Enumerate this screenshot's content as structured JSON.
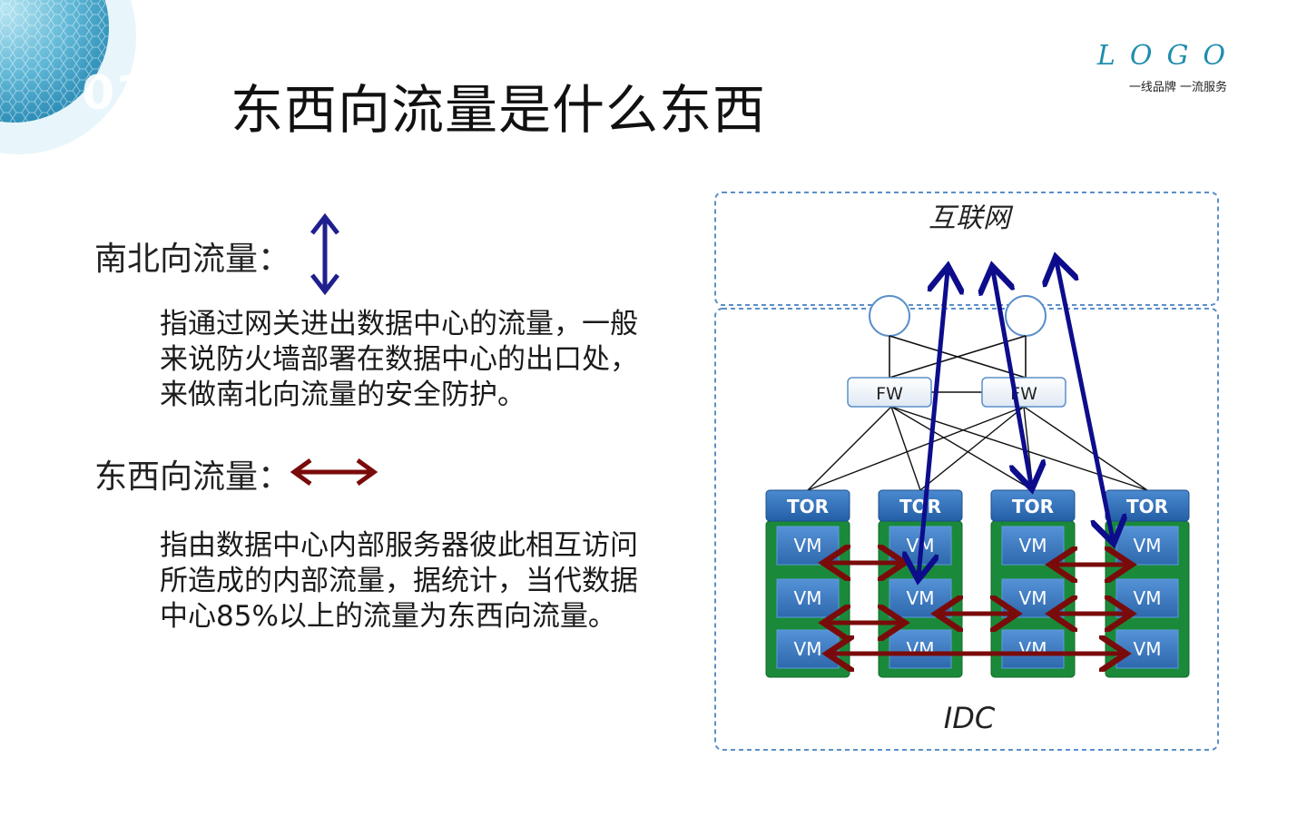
{
  "slide": {
    "title": "东西向流量是什么东西",
    "section_number": "01"
  },
  "logo": {
    "mark": "LOGO",
    "slogan": "一线品牌  一流服务"
  },
  "north_south": {
    "heading": "南北向流量：",
    "lines": [
      "指通过网关进出数据中心的流量，一般",
      "来说防火墙部署在数据中心的出口处，",
      "来做南北向流量的安全防护。"
    ],
    "arrow_color": "#1f1f8f"
  },
  "east_west": {
    "heading": "东西向流量：",
    "lines": [
      "指由数据中心内部服务器彼此相互访问",
      "所造成的内部流量，据统计，当代数据",
      "中心85%以上的流量为东西向流量。"
    ],
    "arrow_color": "#7a0b0b"
  },
  "diagram": {
    "internet_label": "互联网",
    "idc_label": "IDC",
    "firewalls": [
      "FW",
      "FW"
    ],
    "tor_label": "TOR",
    "vm_label": "VM",
    "colors": {
      "tor": "#2f6fb5",
      "rack": "#1a8a3a",
      "vm": "#3a78bf",
      "ns_arrow": "#0d0d8c",
      "ew_arrow": "#7a0b0b",
      "border": "#5b8fc9"
    }
  }
}
